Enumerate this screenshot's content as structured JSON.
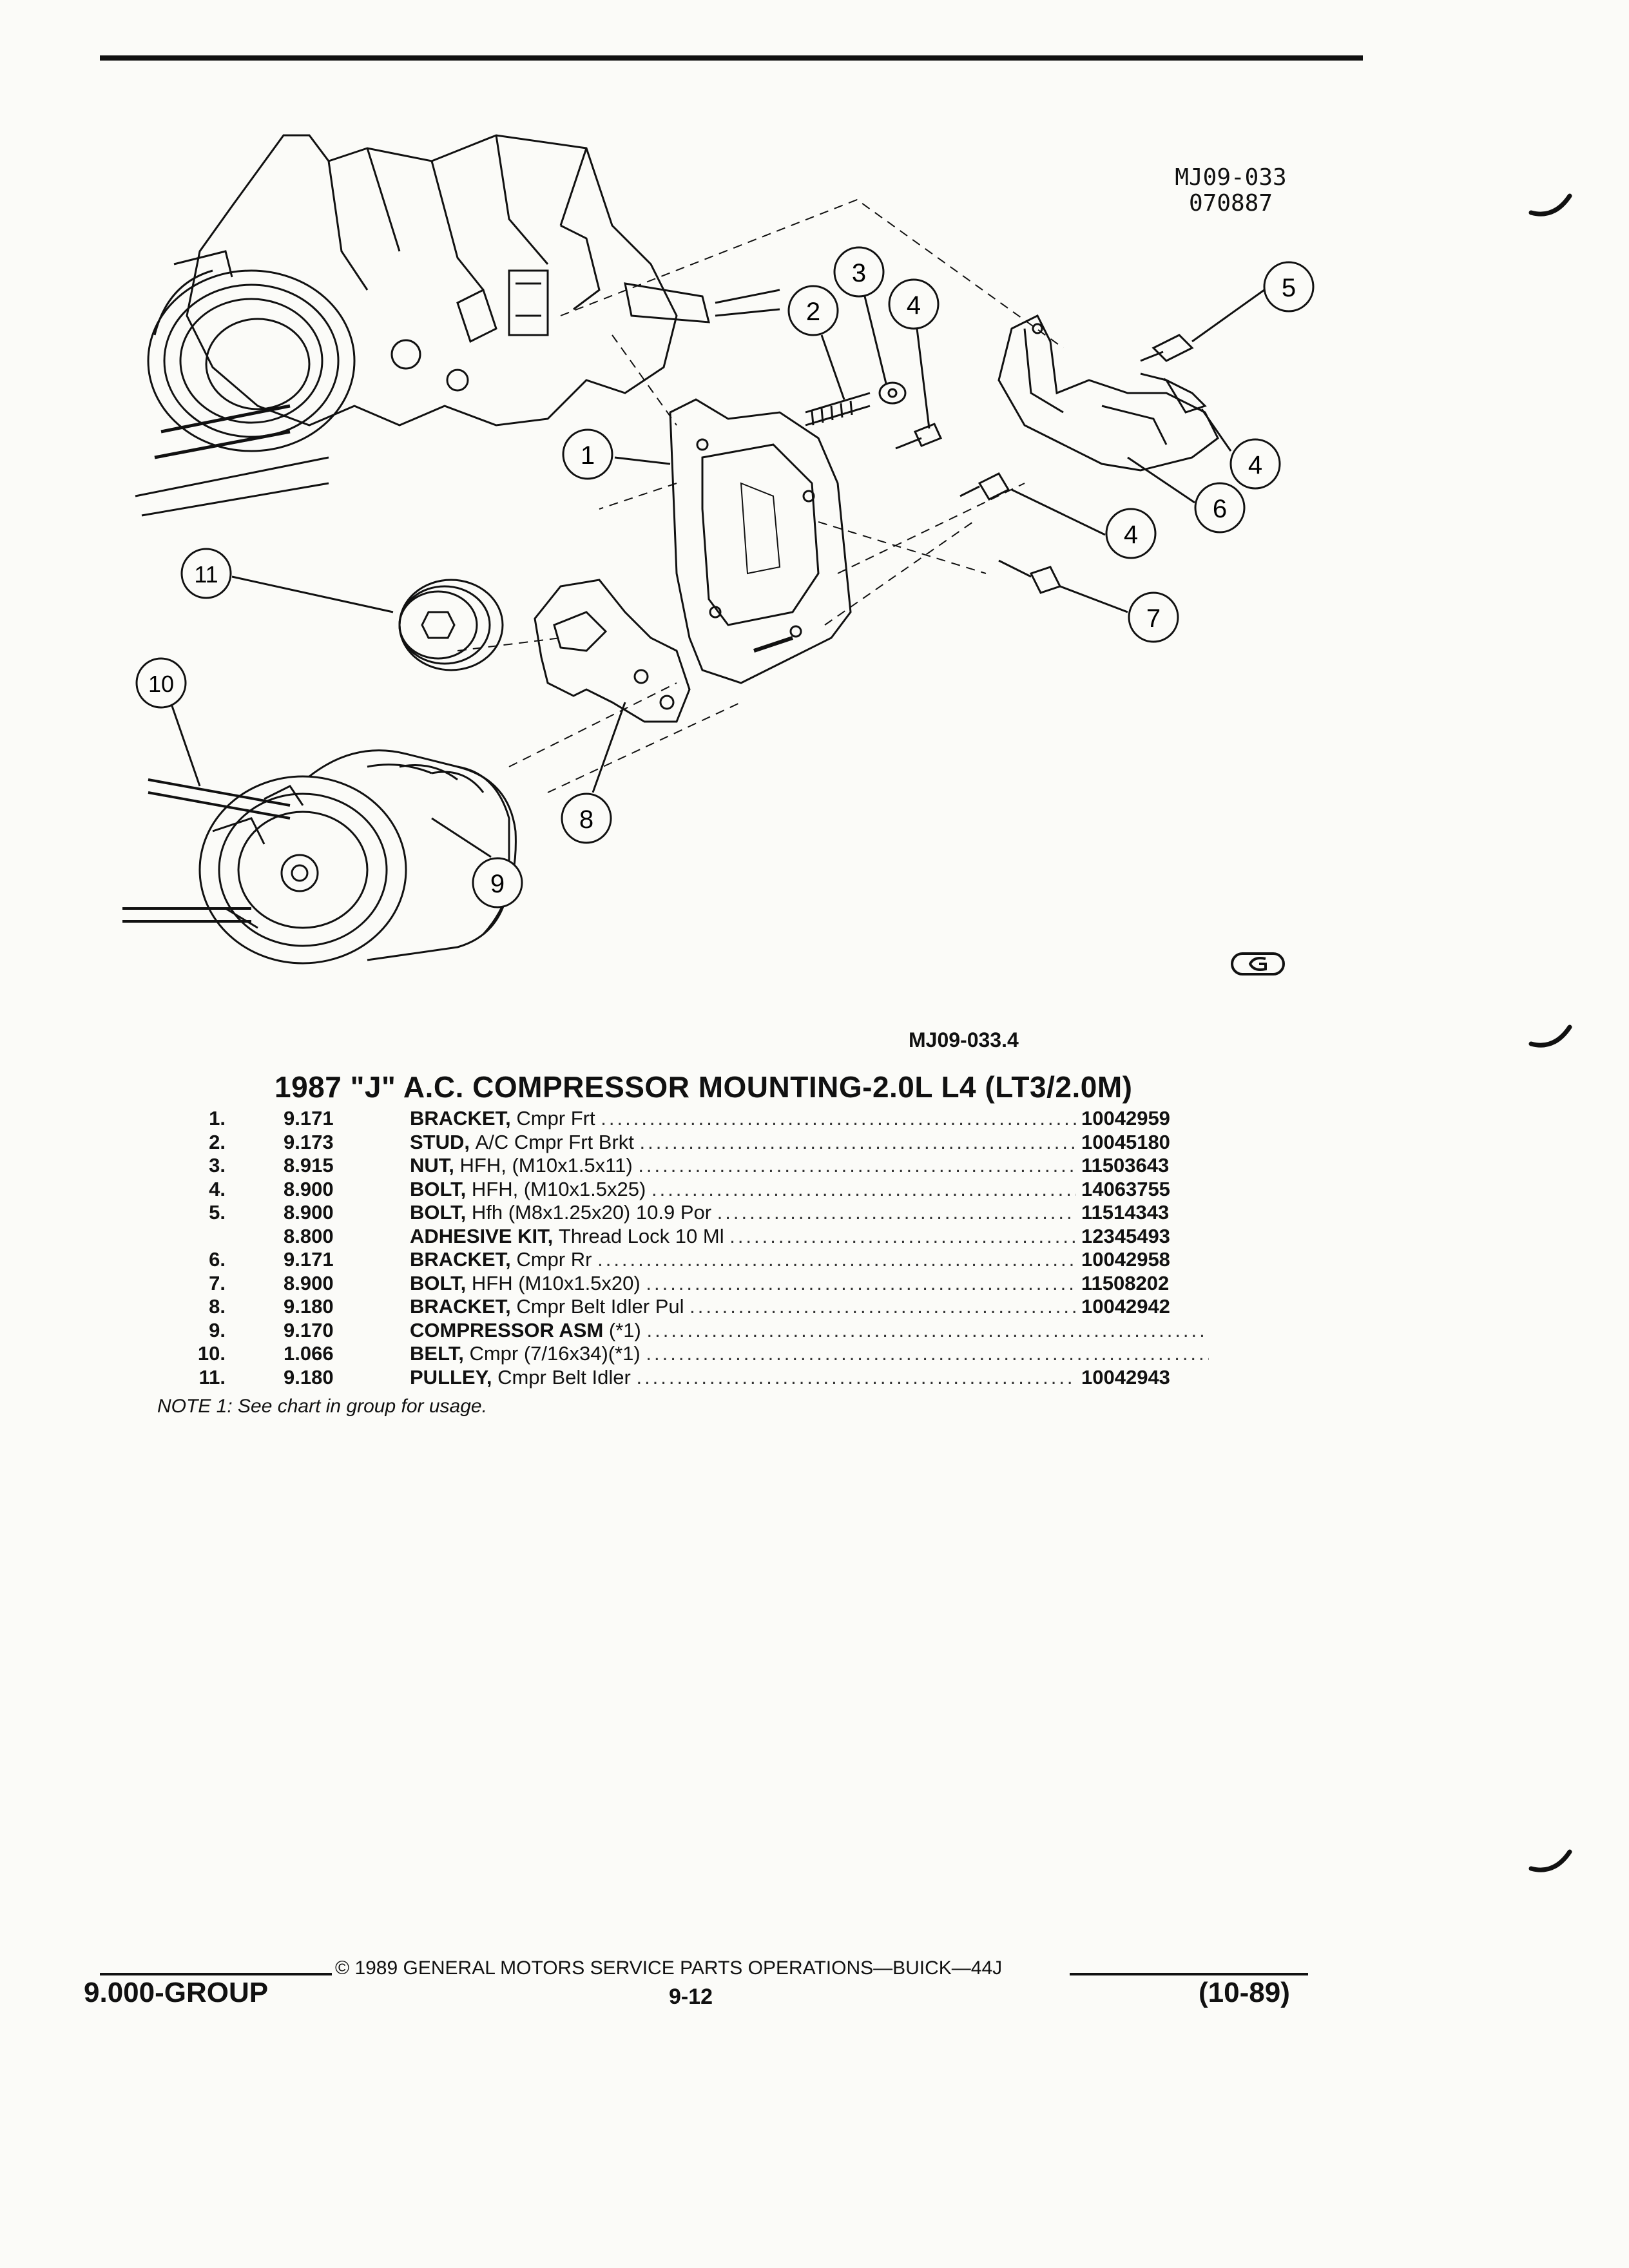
{
  "figure": {
    "code_line1": "MJ09-033",
    "code_line2": "070887",
    "reference": "MJ09-033.4",
    "callouts": [
      "1",
      "2",
      "3",
      "4",
      "5",
      "6",
      "7",
      "8",
      "9",
      "10",
      "11"
    ],
    "gm_logo": "gm-logo-icon"
  },
  "title": "1987 \"J\" A.C. COMPRESSOR MOUNTING-2.0L L4 (LT3/2.0M)",
  "parts": [
    {
      "num": "1.",
      "group": "9.171",
      "name": "BRACKET,",
      "desc": "Cmpr Frt",
      "part": "10042959"
    },
    {
      "num": "2.",
      "group": "9.173",
      "name": "STUD,",
      "desc": "A/C Cmpr Frt Brkt",
      "part": "10045180"
    },
    {
      "num": "3.",
      "group": "8.915",
      "name": "NUT,",
      "desc": "HFH, (M10x1.5x11)",
      "part": "11503643"
    },
    {
      "num": "4.",
      "group": "8.900",
      "name": "BOLT,",
      "desc": "HFH, (M10x1.5x25)",
      "part": "14063755"
    },
    {
      "num": "5.",
      "group": "8.900",
      "name": "BOLT,",
      "desc": "Hfh (M8x1.25x20) 10.9 Por",
      "part": "11514343"
    },
    {
      "num": "",
      "group": "8.800",
      "name": "ADHESIVE KIT,",
      "desc": "Thread Lock 10 Ml",
      "part": "12345493"
    },
    {
      "num": "6.",
      "group": "9.171",
      "name": "BRACKET,",
      "desc": "Cmpr Rr",
      "part": "10042958"
    },
    {
      "num": "7.",
      "group": "8.900",
      "name": "BOLT,",
      "desc": "HFH (M10x1.5x20)",
      "part": "11508202"
    },
    {
      "num": "8.",
      "group": "9.180",
      "name": "BRACKET,",
      "desc": "Cmpr Belt Idler Pul",
      "part": "10042942"
    },
    {
      "num": "9.",
      "group": "9.170",
      "name": "COMPRESSOR ASM",
      "desc": "(*1)",
      "part": ""
    },
    {
      "num": "10.",
      "group": "1.066",
      "name": "BELT,",
      "desc": "Cmpr (7/16x34)(*1)",
      "part": ""
    },
    {
      "num": "11.",
      "group": "9.180",
      "name": "PULLEY,",
      "desc": "Cmpr Belt Idler",
      "part": "10042943"
    }
  ],
  "note": "NOTE 1: See chart in group for usage.",
  "footer": {
    "group": "9.000-GROUP",
    "copyright": "© 1989 GENERAL MOTORS SERVICE PARTS OPERATIONS—BUICK—44J",
    "page": "9-12",
    "date": "(10-89)"
  }
}
